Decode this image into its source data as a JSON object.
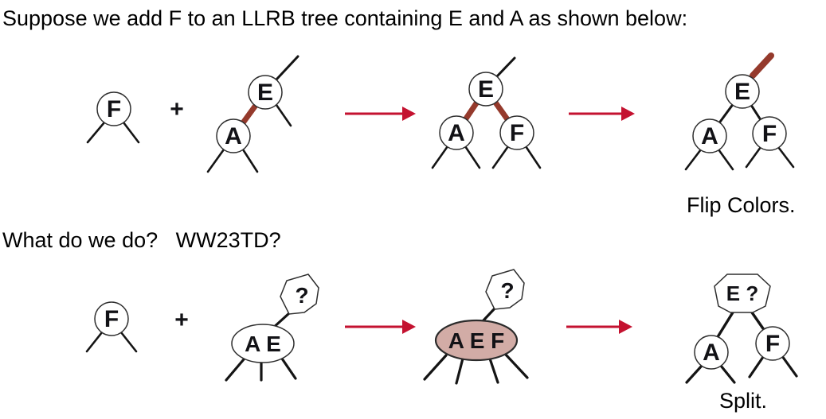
{
  "title": "Suppose we add F to an LLRB tree containing E and A as shown below:",
  "question": "What do we do?   WW23TD?",
  "colors": {
    "red_link": "#953A2C",
    "arrow_red": "#C41230",
    "node_fill": "#FFFFFF",
    "overfull_fill": "#D2ACA6",
    "ink": "#121216"
  },
  "row1": {
    "add_node": "F",
    "plus": "+",
    "tree_before": {
      "root": "E",
      "left": "A"
    },
    "tree_inserted": {
      "root": "E",
      "left": "A",
      "right": "F"
    },
    "tree_flipped": {
      "root": "E",
      "left": "A",
      "right": "F"
    },
    "caption": "Flip Colors."
  },
  "row2": {
    "add_node": "F",
    "plus": "+",
    "tree_before": {
      "parent": "?",
      "node": "A E"
    },
    "tree_inserted": {
      "parent": "?",
      "node": "A E F"
    },
    "tree_split": {
      "root": "E ?",
      "left": "A",
      "right": "F"
    },
    "caption": "Split."
  }
}
